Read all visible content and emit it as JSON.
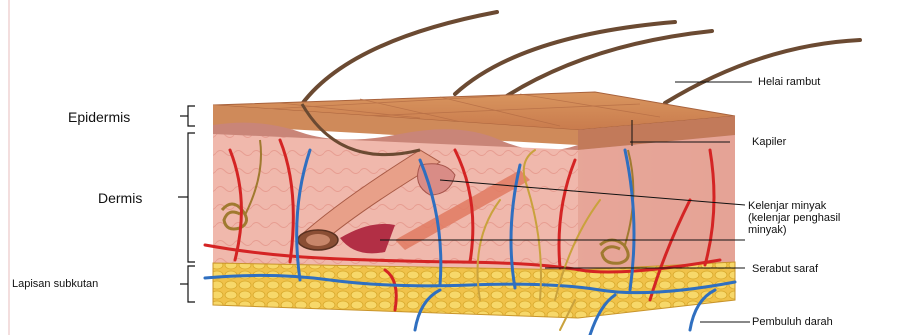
{
  "diagram": {
    "left_labels": {
      "epidermis": "Epidermis",
      "dermis": "Dermis",
      "subcutaneous": "Lapisan subkutan"
    },
    "right_labels": {
      "hair_shaft": "Helai rambut",
      "capillary": "Kapiler",
      "sebaceous_line1": "Kelenjar minyak",
      "sebaceous_line2": "(kelenjar penghasil",
      "sebaceous_line3": "minyak)",
      "nerve_fiber": "Serabut saraf",
      "blood_vessel": "Pembuluh darah"
    },
    "colors": {
      "epidermis_top": "#cf8a5a",
      "dermis": "#efb6ab",
      "fat": "#f2c84b",
      "artery": "#d42424",
      "vein": "#2f6fc0",
      "nerve": "#c9a23d",
      "hair": "#6b4a32"
    }
  }
}
